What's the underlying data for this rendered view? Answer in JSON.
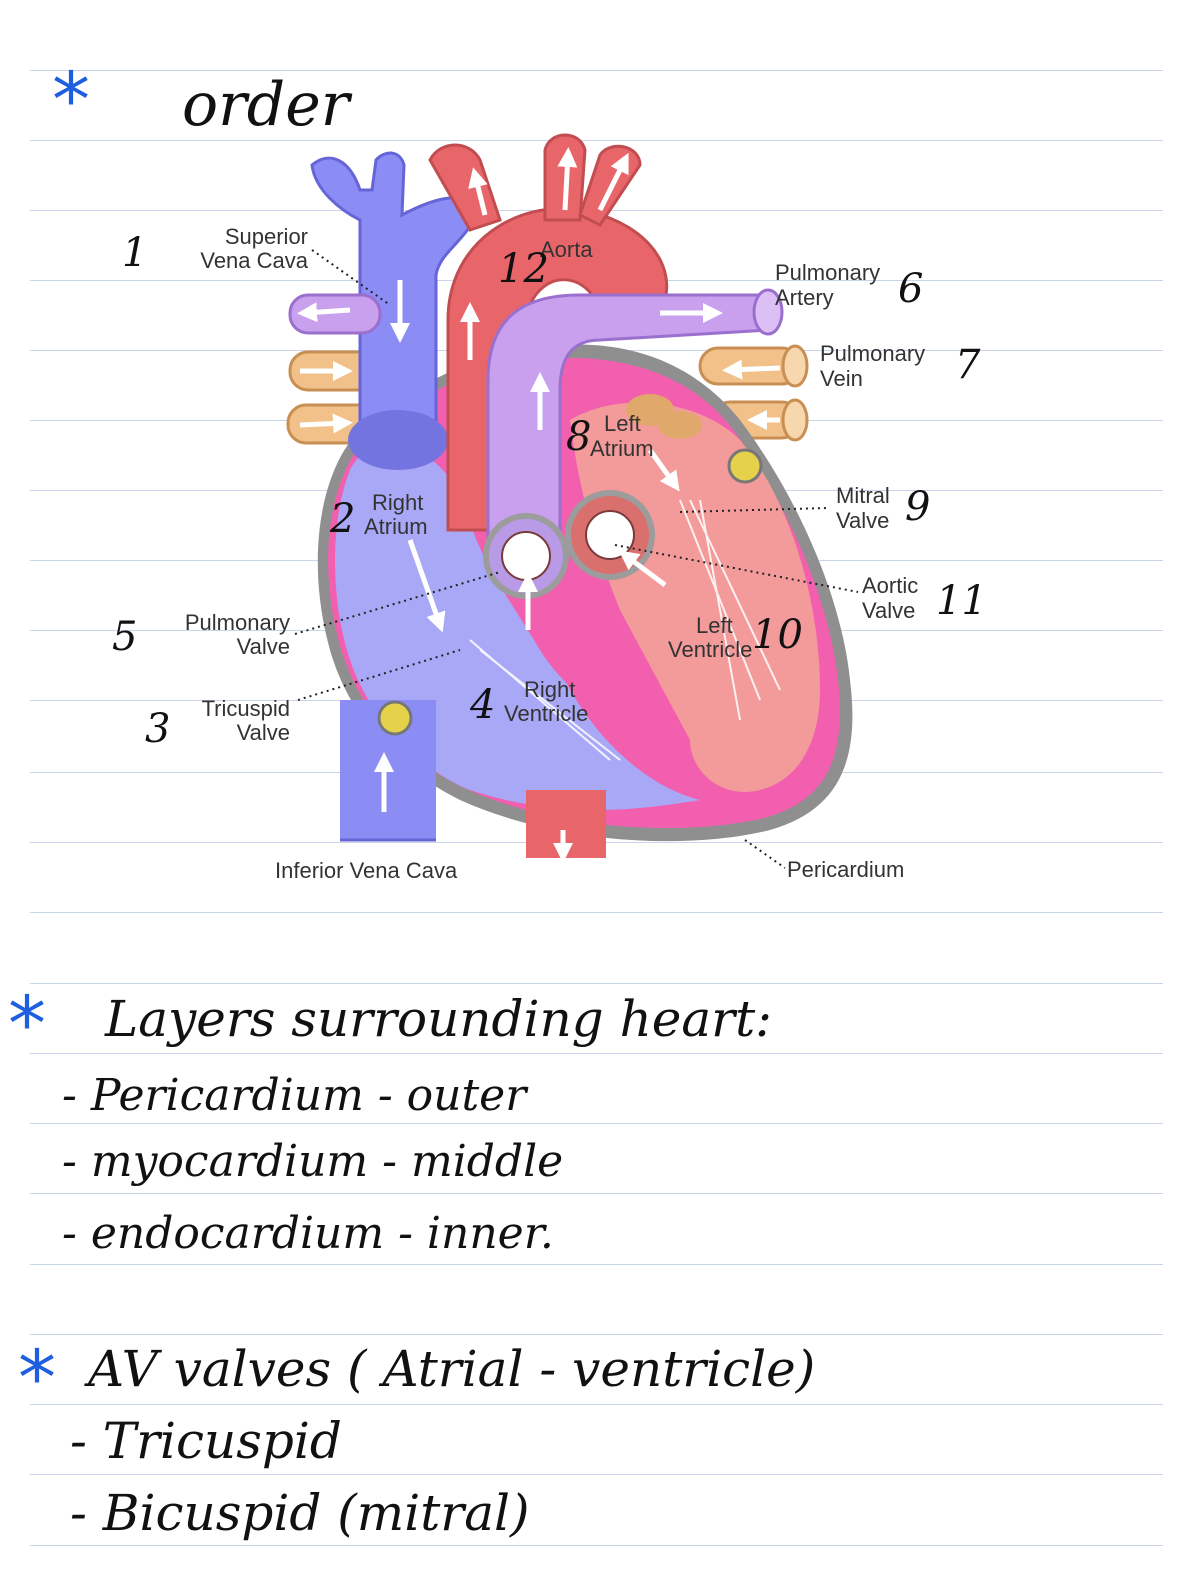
{
  "notes": {
    "order_star": "*",
    "order_title": "order",
    "layers_star": "*",
    "layers_title": "Layers surrounding heart:",
    "layers": [
      "- Pericardium - outer",
      "- myocardium - middle",
      "- endocardium - inner."
    ],
    "av_star": "*",
    "av_title": "AV valves ( Atrial - ventricle)",
    "av_items": [
      "- Tricuspid",
      "- Bicuspid (mitral)"
    ]
  },
  "diagram": {
    "labels": {
      "superior_vena_cava": [
        "Superior",
        "Vena Cava"
      ],
      "aorta": "Aorta",
      "pulmonary_artery": [
        "Pulmonary",
        "Artery"
      ],
      "pulmonary_vein": [
        "Pulmonary",
        "Vein"
      ],
      "left_atrium": [
        "Left",
        "Atrium"
      ],
      "right_atrium": [
        "Right",
        "Atrium"
      ],
      "mitral_valve": [
        "Mitral",
        "Valve"
      ],
      "aortic_valve": [
        "Aortic",
        "Valve"
      ],
      "pulmonary_valve": [
        "Pulmonary",
        "Valve"
      ],
      "tricuspid_valve": [
        "Tricuspid",
        "Valve"
      ],
      "left_ventricle": [
        "Left",
        "Ventricle"
      ],
      "right_ventricle": [
        "Right",
        "Ventricle"
      ],
      "inferior_vena_cava": "Inferior Vena Cava",
      "pericardium": "Pericardium"
    },
    "order_numbers": {
      "superior_vena_cava": "1",
      "right_atrium": "2",
      "tricuspid_valve": "3",
      "right_ventricle": "4",
      "pulmonary_valve": "5",
      "pulmonary_artery": "6",
      "pulmonary_vein": "7",
      "left_atrium": "8",
      "mitral_valve": "9",
      "left_ventricle": "10",
      "aortic_valve": "11",
      "aorta": "12"
    },
    "colors": {
      "deoxygenated": "#8c8cf5",
      "oxygenated": "#e8666a",
      "pulmonary_artery": "#c9a0ee",
      "pulmonary_vein": "#f2c089",
      "myocardium": "#f25fae",
      "pericardium": "#8f8f8f",
      "star_ink": "#1e5fe0"
    }
  }
}
